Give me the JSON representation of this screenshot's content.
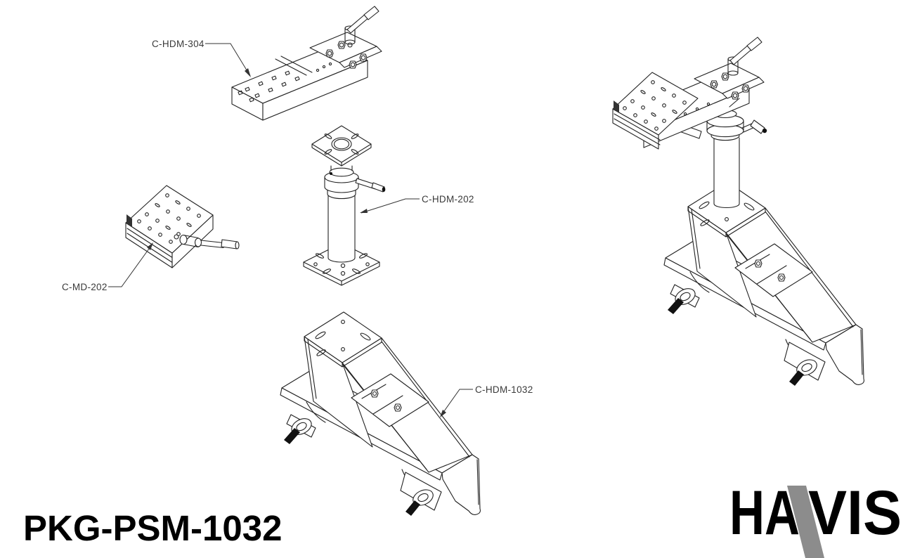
{
  "product": {
    "code": "PKG-PSM-1032"
  },
  "callouts": {
    "hdm304": "C-HDM-304",
    "hdm202": "C-HDM-202",
    "md202": "C-MD-202",
    "hdm1032": "C-HDM-1032"
  },
  "logo": {
    "text": "HAVIS",
    "left": "HA",
    "right": "VIS",
    "stripe_color": "#8c8c8c",
    "text_color": "#000000"
  },
  "colors": {
    "line": "#222222",
    "label_text": "#3a3a3a",
    "background": "#ffffff"
  }
}
